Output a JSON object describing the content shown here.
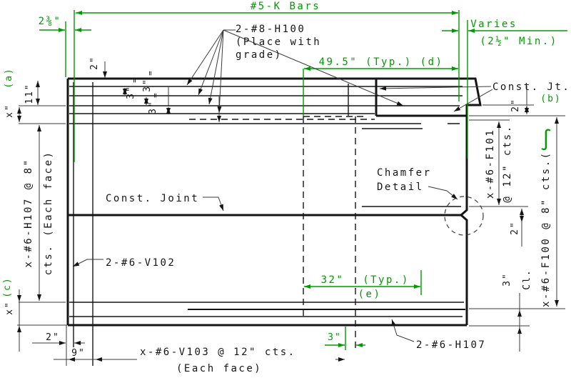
{
  "drawing_title": "Concrete wall section reinforcement detail",
  "colors": {
    "dim_green": "#009b00",
    "line_black": "#151515",
    "background": "#ffffff"
  },
  "labels": {
    "k_bars": "#5-K Bars",
    "dim_2_38": "2⅜\"",
    "varies": "Varies",
    "min_2_12": "(2½\" Min.)",
    "typ_495": "49.5\" (Typ.) (d)",
    "ref_a": "(a)",
    "ref_b": "(b)",
    "ref_c": "(c)",
    "ref_e": "(e)",
    "dim_32": "32\"",
    "typ": "(Typ.)",
    "green_3": "3\"",
    "section_squiggle": "∫",
    "h100": "2-#8-H100",
    "h100_note1": "(Place with",
    "h100_note2": "grade)",
    "dim_2": "2\"",
    "dim_3": "3\"",
    "eq": "=",
    "dim_11": "11\"",
    "dim_x": "x\"",
    "dim_9": "9\"",
    "h107_side1": "x-#6-H107 @ 8\"",
    "h107_side2": "cts. (Each face)",
    "const_jt": "Const. Jt.",
    "const_joint": "Const. Joint",
    "chamfer_1": "Chamfer",
    "chamfer_2": "Detail",
    "v102": "2-#6-V102",
    "f101": "x-#6-F101",
    "f101_spacing": "@ 12\" cts.",
    "f100": "x-#6-F100 @ 8\" cts.(",
    "cl_3": "3\"",
    "cl": "Cl.",
    "v103": "x-#6-V103 @ 12\" cts.",
    "v103_note": "(Each face)",
    "h107_bottom": "2-#6-H107"
  }
}
